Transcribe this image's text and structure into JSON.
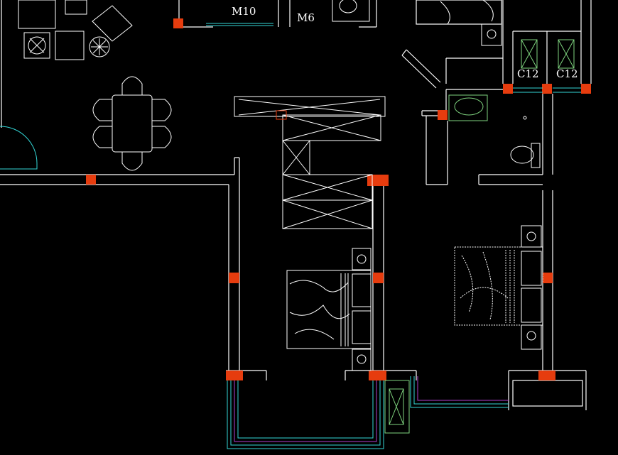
{
  "labels": {
    "door_m10": "M10",
    "door_m6": "M6",
    "window_c12_left": "C12",
    "window_c12_right": "C12"
  },
  "colors": {
    "background": "#000000",
    "wall": "#ffffff",
    "column": "#e63c0e",
    "window": "#33d6d6",
    "window_inner": "#b040d0",
    "fixture": "#7fd47f"
  }
}
